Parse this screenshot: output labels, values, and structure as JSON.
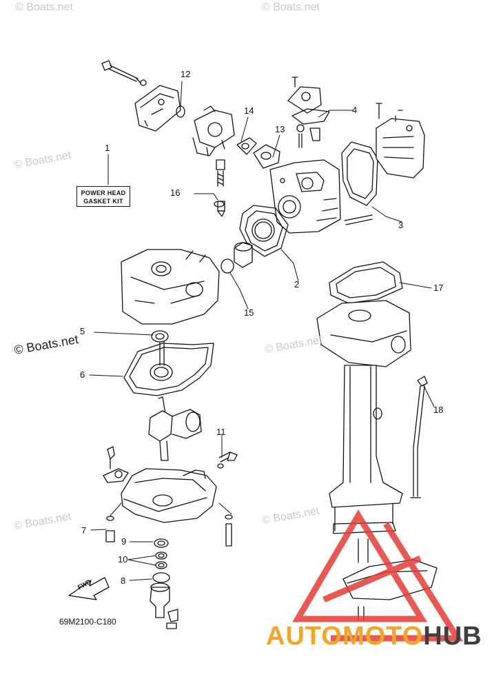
{
  "watermark": "© Boats.net",
  "kit_label": {
    "line1": "POWER HEAD",
    "line2": "GASKET KIT"
  },
  "diagram_code": "69M2100-C180",
  "fwd_label": "FWD",
  "brand": {
    "part1": "AUTOMOTO",
    "part2": "HUB",
    "color1": "#f4a528",
    "color2": "#3e3e3e",
    "logo_color": "#e63b36"
  },
  "callouts": {
    "n1": "1",
    "n2": "2",
    "n3": "3",
    "n4": "4",
    "n5": "5",
    "n6": "6",
    "n7": "7",
    "n8": "8",
    "n9": "9",
    "n10": "10",
    "n11": "11",
    "n12": "12",
    "n13": "13",
    "n14": "14",
    "n15": "15",
    "n16": "16",
    "n17": "17",
    "n18": "18"
  }
}
